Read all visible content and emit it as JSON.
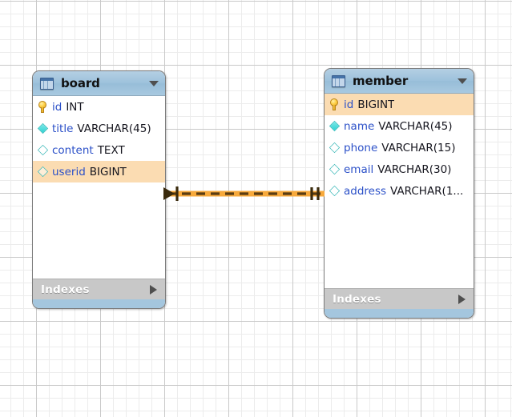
{
  "canvas": {
    "grid": "on",
    "background_color": "#ffffff",
    "minor_grid_color": "#ececec",
    "major_grid_color": "#c9c9c9"
  },
  "tables": [
    {
      "id": "board",
      "name": "board",
      "icon": "table-icon",
      "menu_icon": "chevron-down-icon",
      "header_color": "#9ec2dc",
      "highlight_color": "#fbdcb2",
      "columns": [
        {
          "icon": "primary-key-icon",
          "name": "id",
          "type": "INT",
          "highlighted": false
        },
        {
          "icon": "filled-diamond-icon",
          "name": "title",
          "type": "VARCHAR(45)",
          "highlighted": false
        },
        {
          "icon": "hollow-diamond-icon",
          "name": "content",
          "type": "TEXT",
          "highlighted": false
        },
        {
          "icon": "hollow-diamond-icon",
          "name": "userid",
          "type": "BIGINT",
          "highlighted": true
        }
      ],
      "indexes_label": "Indexes",
      "indexes_expander": "chevron-right-icon"
    },
    {
      "id": "member",
      "name": "member",
      "icon": "table-icon",
      "menu_icon": "chevron-down-icon",
      "header_color": "#9ec2dc",
      "highlight_color": "#fbdcb2",
      "columns": [
        {
          "icon": "primary-key-icon",
          "name": "id",
          "type": "BIGINT",
          "highlighted": true
        },
        {
          "icon": "filled-diamond-icon",
          "name": "name",
          "type": "VARCHAR(45)",
          "highlighted": false
        },
        {
          "icon": "hollow-diamond-icon",
          "name": "phone",
          "type": "VARCHAR(15)",
          "highlighted": false
        },
        {
          "icon": "hollow-diamond-icon",
          "name": "email",
          "type": "VARCHAR(30)",
          "highlighted": false
        },
        {
          "icon": "hollow-diamond-icon",
          "name": "address",
          "type": "VARCHAR(1...",
          "highlighted": false
        }
      ],
      "indexes_label": "Indexes",
      "indexes_expander": "chevron-right-icon"
    }
  ],
  "relationship": {
    "name": "board-member-foreign-key",
    "from_table": "board",
    "from_column": "userid",
    "to_table": "member",
    "to_column": "id",
    "left_notation": "crows-foot-many",
    "right_notation": "one-mandatory",
    "line_style": "dashed",
    "line_color": "#5a3c12",
    "selected_color": "#f7a93b",
    "selected": true
  }
}
